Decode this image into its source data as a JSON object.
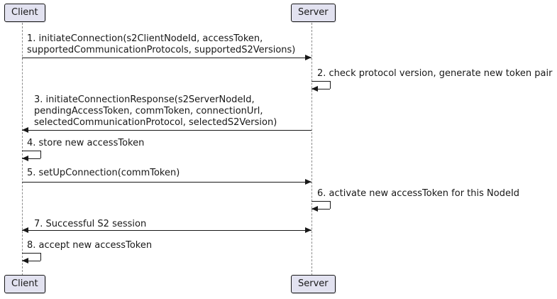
{
  "diagram": {
    "type": "uml-sequence",
    "participants": [
      {
        "name": "Client"
      },
      {
        "name": "Server"
      }
    ],
    "messages": [
      {
        "num": 1,
        "from": "Client",
        "to": "Server",
        "kind": "arrow-right",
        "text": "1. initiateConnection(s2ClientNodeId, accessToken,\nsupportedCommunicationProtocols, supportedS2Versions)"
      },
      {
        "num": 2,
        "from": "Server",
        "to": "Server",
        "kind": "self",
        "text": "2. check protocol version, generate new token pair"
      },
      {
        "num": 3,
        "from": "Server",
        "to": "Client",
        "kind": "arrow-left",
        "text": "3. initiateConnectionResponse(s2ServerNodeId,\npendingAccessToken, commToken, connectionUrl,\nselectedCommunicationProtocol, selectedS2Version)"
      },
      {
        "num": 4,
        "from": "Client",
        "to": "Client",
        "kind": "self",
        "text": "4. store new accessToken"
      },
      {
        "num": 5,
        "from": "Client",
        "to": "Server",
        "kind": "arrow-right",
        "text": "5. setUpConnection(commToken)"
      },
      {
        "num": 6,
        "from": "Server",
        "to": "Server",
        "kind": "self",
        "text": "6. activate new accessToken for this NodeId"
      },
      {
        "num": 7,
        "from": "Client",
        "to": "Server",
        "kind": "arrow-both",
        "text": "7. Successful S2 session"
      },
      {
        "num": 8,
        "from": "Client",
        "to": "Client",
        "kind": "self",
        "text": "8. accept new accessToken"
      }
    ],
    "colors": {
      "line": "#181818",
      "lifeline": "#8a8a8a",
      "participant-fill": "#E2E2F0",
      "participant-border": "#181818",
      "text": "#181818",
      "background": "#FFFFFF"
    }
  }
}
